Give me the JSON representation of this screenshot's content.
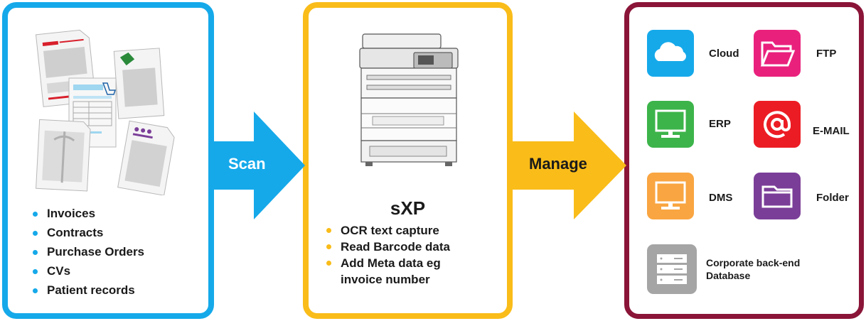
{
  "documents": {
    "items": [
      "Invoices",
      "Contracts",
      "Purchase Orders",
      "CVs",
      "Patient records"
    ]
  },
  "arrows": {
    "scan": "Scan",
    "manage": "Manage"
  },
  "sxp": {
    "title": "sXP",
    "items": [
      "OCR text capture",
      "Read Barcode data",
      "Add Meta data eg",
      "invoice number"
    ]
  },
  "destinations": {
    "cloud": "Cloud",
    "ftp": "FTP",
    "erp": "ERP",
    "email": "E-MAIL",
    "dms": "DMS",
    "folder": "Folder",
    "database": "Corporate back-end Database"
  },
  "colors": {
    "blue": "#15a9ea",
    "yellow": "#f9bc19",
    "maroon": "#8a1538",
    "pink": "#e9217d",
    "green": "#3cb44a",
    "red": "#ec1c24",
    "orange": "#f9a541",
    "purple": "#7a3e98",
    "gray": "#a5a5a5"
  },
  "icons": {
    "cloud": "cloud-icon",
    "ftp": "folder-open-icon",
    "erp": "monitor-icon",
    "email": "at-sign-icon",
    "dms": "monitor-icon",
    "folder": "folder-icon",
    "database": "server-icon"
  }
}
